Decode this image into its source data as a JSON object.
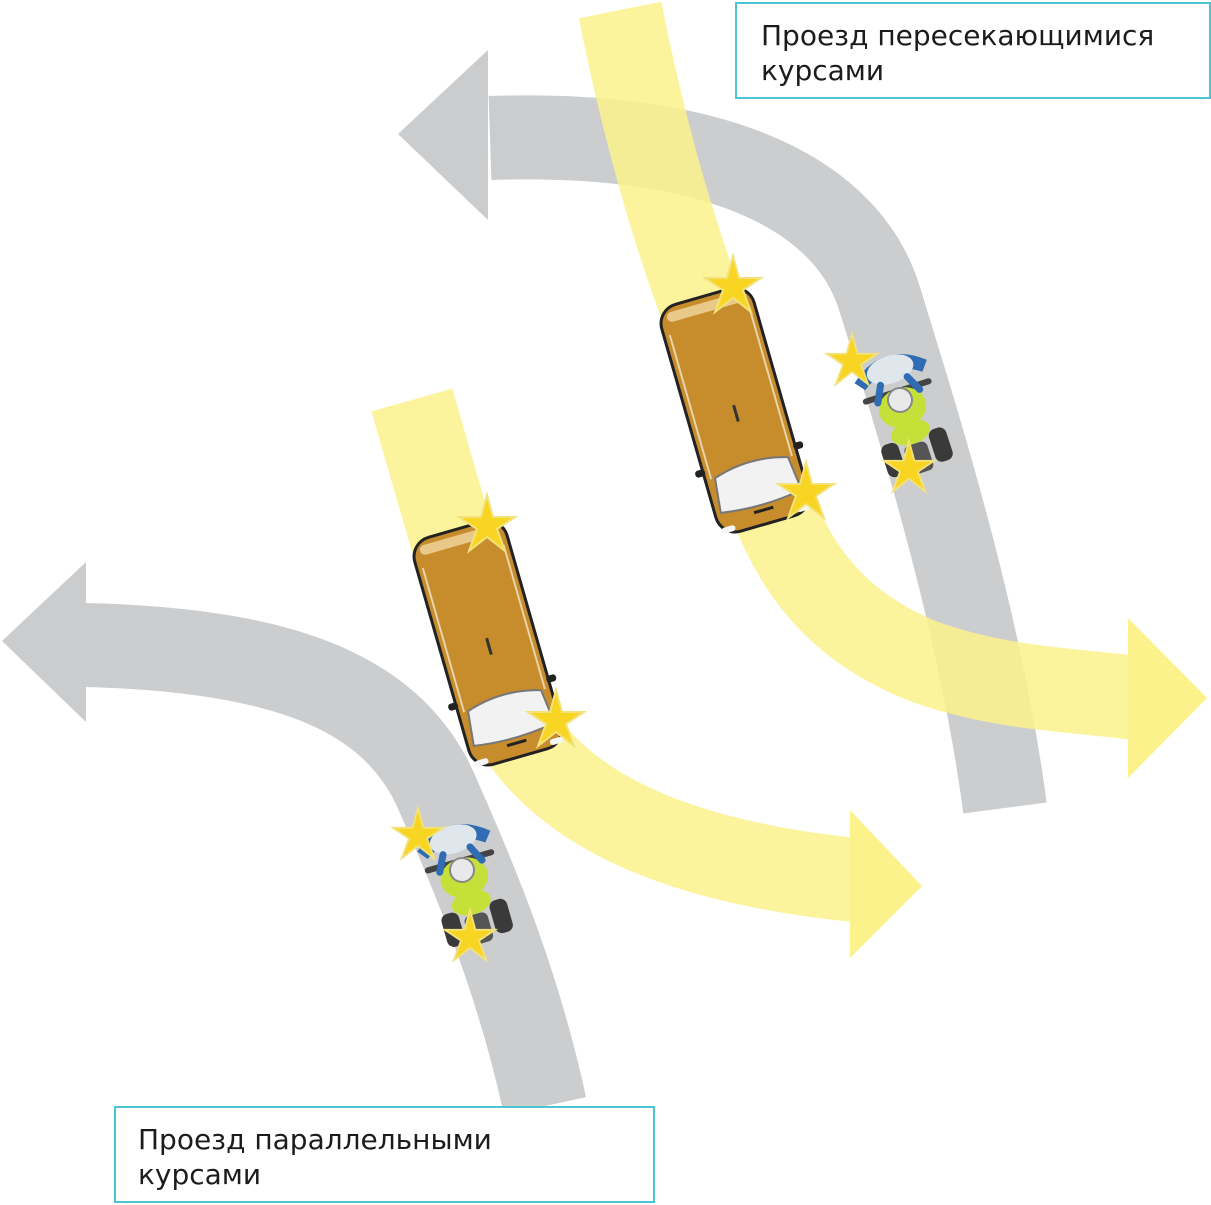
{
  "labels": {
    "crossing": {
      "line1": "Проезд пересекающимися",
      "line2": "курсами"
    },
    "parallel": {
      "line1": "Проезд параллельными",
      "line2": "курсами"
    }
  },
  "colors": {
    "motorcycle_path": "#c9cacc",
    "car_path": "#fbf28c",
    "car_body": "#c78c2c",
    "flash": "#f8d423",
    "box_border": "#4dc4d4"
  },
  "icons": [
    "car-icon",
    "motorcycle-icon",
    "flash-star-icon",
    "arrow-left-icon",
    "arrow-right-icon"
  ]
}
